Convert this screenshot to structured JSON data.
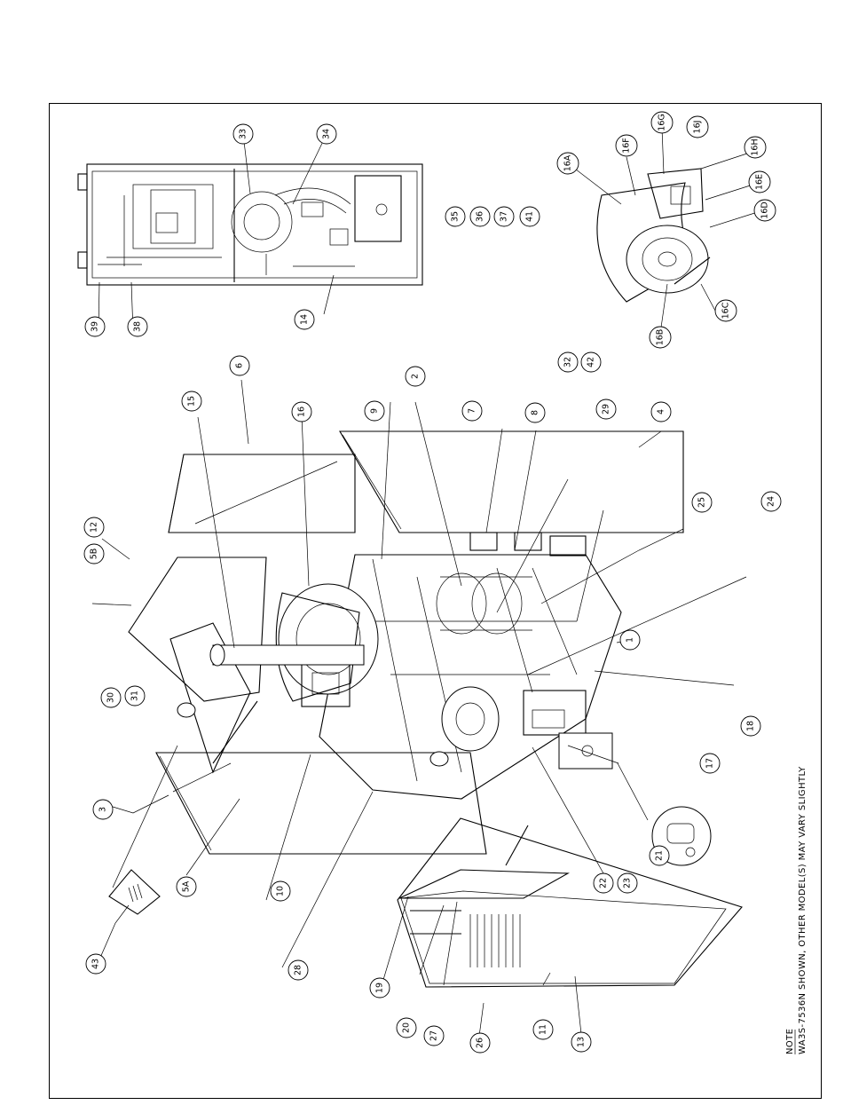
{
  "note": {
    "heading": "NOTE",
    "text": "WA3S-7536N SHOWN, OTHER MODEL(S) MAY VARY SLIGHTLY"
  },
  "callouts": [
    "1",
    "2",
    "3",
    "4",
    "5A",
    "5B",
    "6",
    "7",
    "8",
    "9",
    "10",
    "11",
    "12",
    "13",
    "14",
    "15",
    "16",
    "16A",
    "16B",
    "16C",
    "16D",
    "16E",
    "16F",
    "16G",
    "16H",
    "16J",
    "17",
    "18",
    "19",
    "20",
    "21",
    "22",
    "23",
    "24",
    "25",
    "26",
    "27",
    "28",
    "29",
    "30",
    "31",
    "32",
    "33",
    "34",
    "35",
    "36",
    "37",
    "38",
    "39",
    "41",
    "42",
    "43"
  ]
}
